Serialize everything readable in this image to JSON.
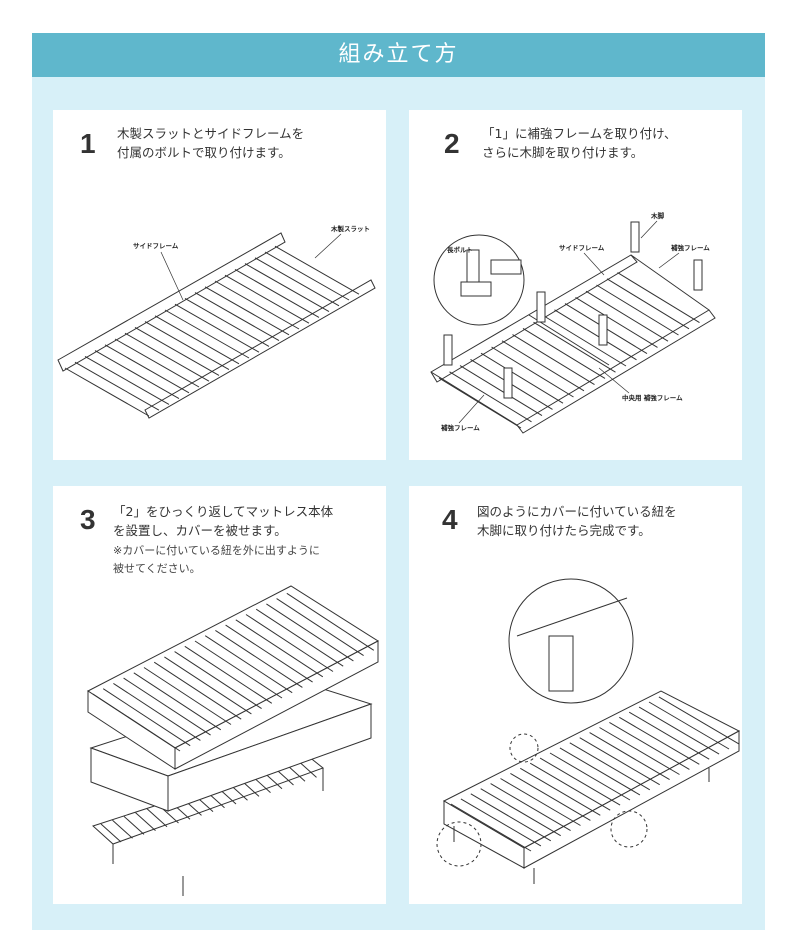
{
  "title": "組み立て方",
  "steps": [
    {
      "number": "1",
      "line1": "木製スラットとサイドフレームを",
      "line2": "付属のボルトで取り付けます。",
      "labels": {
        "side_frame": "サイドフレーム",
        "slat": "木製スラット"
      }
    },
    {
      "number": "2",
      "line1": "「1」に補強フレームを取り付け、",
      "line2": "さらに木脚を取り付けます。",
      "labels": {
        "long_bolt": "長ボルト",
        "side_frame": "サイドフレーム",
        "leg": "木脚",
        "reinforce": "補強フレーム",
        "center_reinforce": "中央用 補強フレーム",
        "reinforce_bottom": "補強フレーム"
      }
    },
    {
      "number": "3",
      "line1": "「2」をひっくり返してマットレス本体",
      "line2": "を設置し、カバーを被せます。",
      "note1": "※カバーに付いている紐を外に出すように",
      "note2": "被せてください。"
    },
    {
      "number": "4",
      "line1": "図のようにカバーに付いている紐を",
      "line2": "木脚に取り付けたら完成です。"
    }
  ]
}
